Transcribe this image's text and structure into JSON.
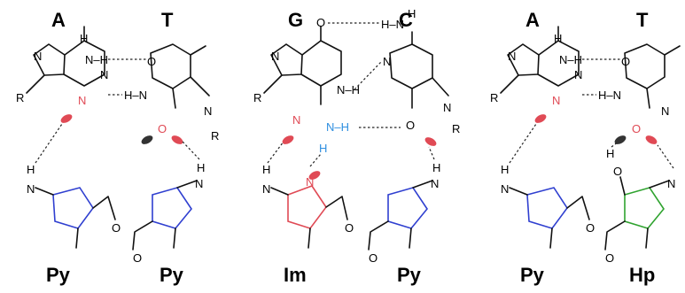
{
  "top_labels": [
    "A",
    "T",
    "G",
    "C",
    "A",
    "T"
  ],
  "bottom_labels": [
    "Py",
    "Py",
    "Im",
    "Py",
    "Py",
    "Hp"
  ],
  "atoms": {
    "H": "H",
    "N": "N",
    "O": "O",
    "R": "R",
    "NH": "N–H",
    "HN": "H–N"
  },
  "colors": {
    "pyrrole": "#2f3fd0",
    "imidazole": "#e04a55",
    "hydroxypyrrole": "#2fa32f",
    "amine_h": "#2f8fe0",
    "lone_pair": "#e04a55",
    "dark_lobe": "#333333"
  }
}
